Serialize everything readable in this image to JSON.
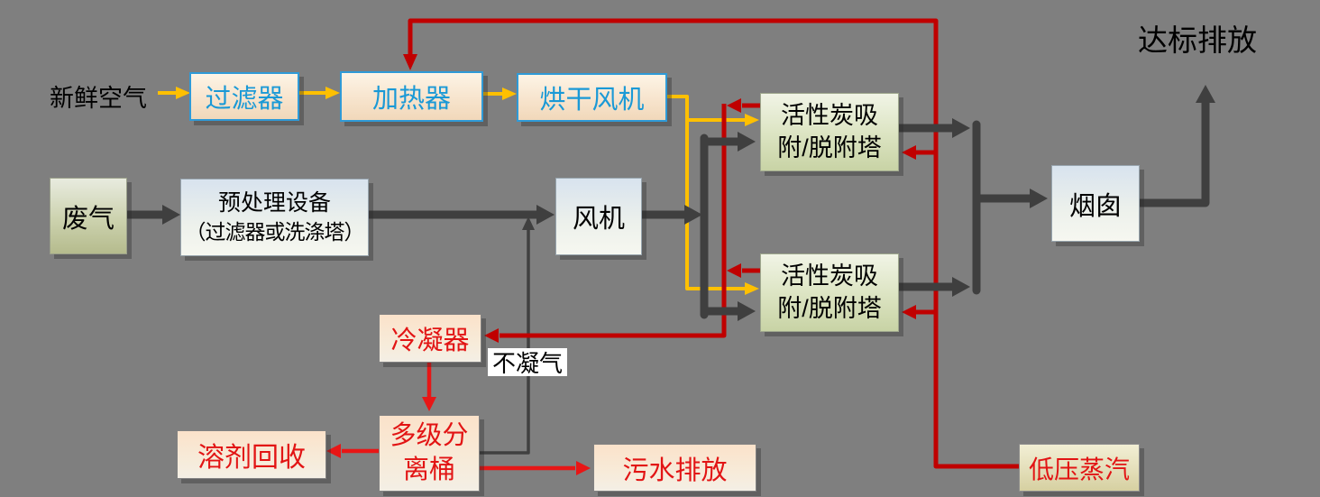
{
  "labels": {
    "fresh_air": "新鲜空气",
    "compliant_discharge": "达标排放",
    "non_condensable_gas": "不凝气"
  },
  "nodes": {
    "filter": "过滤器",
    "heater": "加热器",
    "drying_fan": "烘干风机",
    "waste_gas": "废气",
    "pretreatment": {
      "line1": "预处理设备",
      "line2": "（过滤器或洗涤塔）"
    },
    "fan": "风机",
    "adsorption_tower": {
      "line1": "活性炭吸",
      "line2": "附/脱附塔"
    },
    "chimney": "烟囱",
    "condenser": "冷凝器",
    "separator": {
      "line1": "多级分",
      "line2": "离桶"
    },
    "solvent_recovery": "溶剂回收",
    "sewage_discharge": "污水排放",
    "low_pressure_steam": "低压蒸汽"
  },
  "colors": {
    "background": "#7f7f7f",
    "duct_dark_gray": "#3f3f3f",
    "steam_red": "#c00000",
    "liquid_red": "#e81616",
    "air_yellow": "#ffc000",
    "blue_border": "#2f9ad7",
    "blue_text": "#1a99d6",
    "red_text": "#e21414"
  }
}
